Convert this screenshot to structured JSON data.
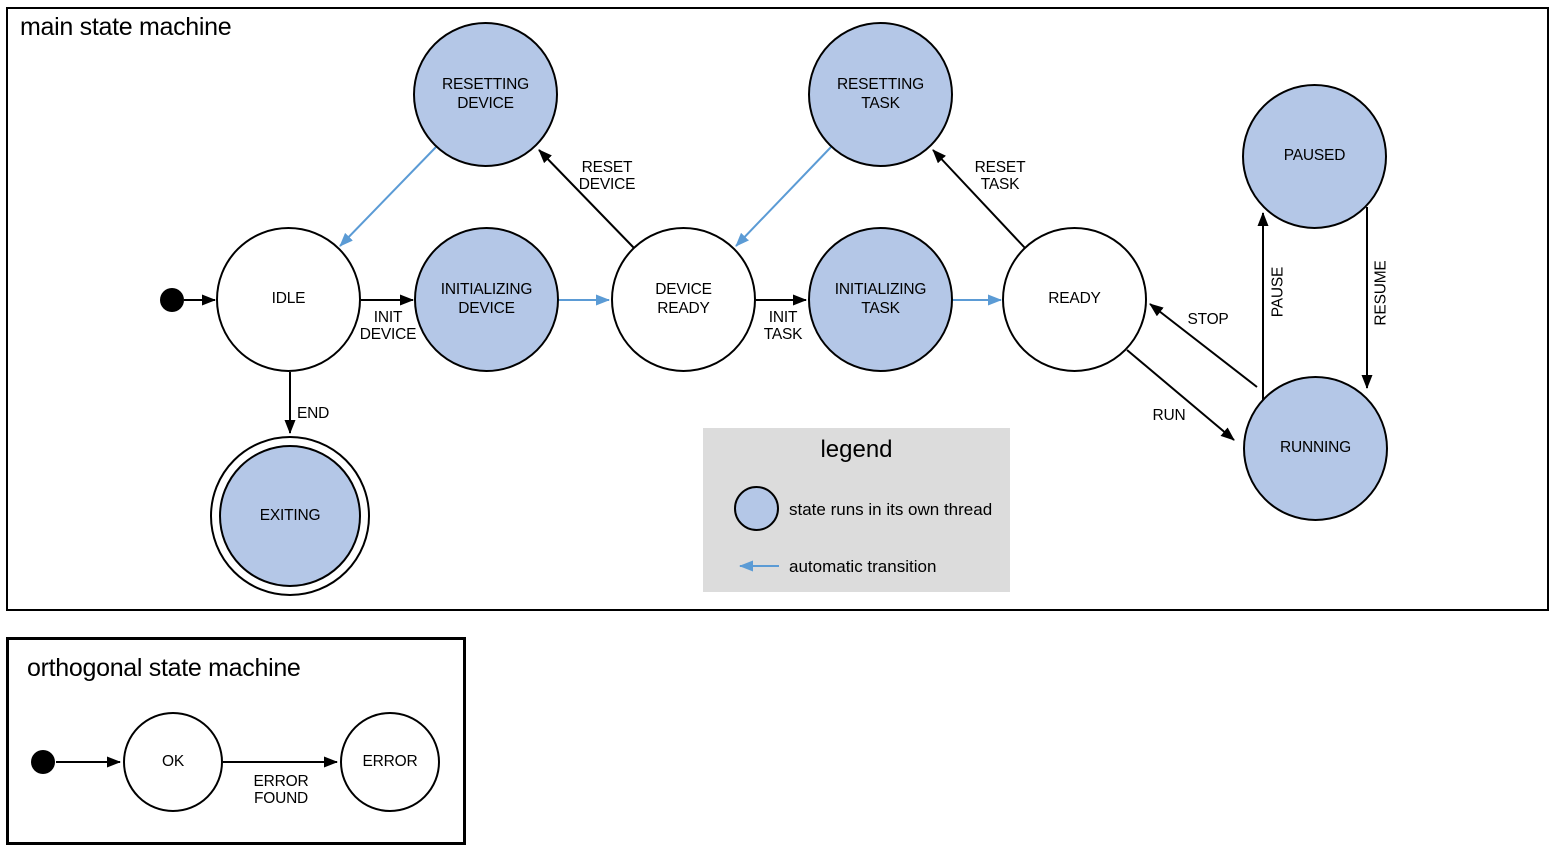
{
  "main": {
    "title": "main state machine",
    "states": {
      "idle": "IDLE",
      "initializing_device": [
        "INITIALIZING",
        "DEVICE"
      ],
      "device_ready": [
        "DEVICE",
        "READY"
      ],
      "initializing_task": [
        "INITIALIZING",
        "TASK"
      ],
      "ready": "READY",
      "resetting_device": [
        "RESETTING",
        "DEVICE"
      ],
      "resetting_task": [
        "RESETTING",
        "TASK"
      ],
      "paused": "PAUSED",
      "running": "RUNNING",
      "exiting": "EXITING"
    },
    "transitions": {
      "init_device": [
        "INIT",
        "DEVICE"
      ],
      "init_task": [
        "INIT",
        "TASK"
      ],
      "reset_device": [
        "RESET",
        "DEVICE"
      ],
      "reset_task": [
        "RESET",
        "TASK"
      ],
      "end": "END",
      "run": "RUN",
      "stop": "STOP",
      "pause": "PAUSE",
      "resume": "RESUME"
    },
    "legend": {
      "title": "legend",
      "thread_state_label": "state runs in its own thread",
      "auto_transition_label": "automatic transition"
    }
  },
  "orthogonal": {
    "title": "orthogonal state machine",
    "states": {
      "ok": "OK",
      "error": "ERROR"
    },
    "transitions": {
      "error_found": [
        "ERROR",
        "FOUND"
      ]
    }
  },
  "colors": {
    "thread_state_fill": "#b4c7e7",
    "auto_transition_blue": "#5b9bd5",
    "state_border": "#000000",
    "legend_background": "#dcdcdc"
  }
}
